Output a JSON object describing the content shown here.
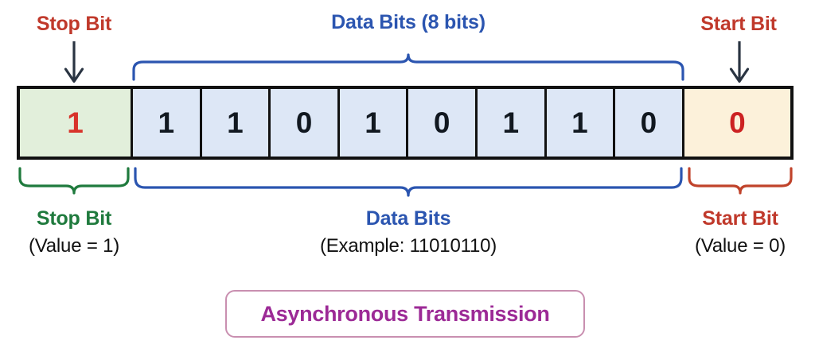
{
  "diagram": {
    "title_pill": "Asynchronous Transmission",
    "top_labels": {
      "stop": "Stop Bit",
      "data": "Data Bits (8 bits)",
      "start": "Start Bit"
    },
    "bottom_labels": {
      "stop_title": "Stop Bit",
      "stop_sub": "(Value = 1)",
      "data_title": "Data Bits",
      "data_sub": "(Example: 11010110)",
      "start_title": "Start Bit",
      "start_sub": "(Value = 0)"
    },
    "frame": {
      "stop_bit": {
        "value": "1",
        "fill": "#e2efdb",
        "text_color": "#d8322a"
      },
      "data_bits": {
        "values": [
          "1",
          "1",
          "0",
          "1",
          "0",
          "1",
          "1",
          "0"
        ],
        "sequence": "11010110",
        "fill": "#dde7f6",
        "text_color": "#111820"
      },
      "start_bit": {
        "value": "0",
        "fill": "#fcf1da",
        "text_color": "#cc2222"
      }
    },
    "colors": {
      "red": "#c0392b",
      "blue": "#2b55b0",
      "green": "#1f7a3d",
      "start_brace": "#c0432b",
      "arrow": "#2a3442",
      "border": "#111111",
      "pill_border": "#c98fb0",
      "pill_text": "#9c2a96"
    },
    "icons": {
      "stop_arrow": "arrow-down-icon",
      "start_arrow": "arrow-down-icon",
      "data_top_brace": "curly-brace-up-icon",
      "stop_bottom_brace": "curly-brace-down-icon",
      "data_bottom_brace": "curly-brace-down-icon",
      "start_bottom_brace": "curly-brace-down-icon"
    }
  }
}
